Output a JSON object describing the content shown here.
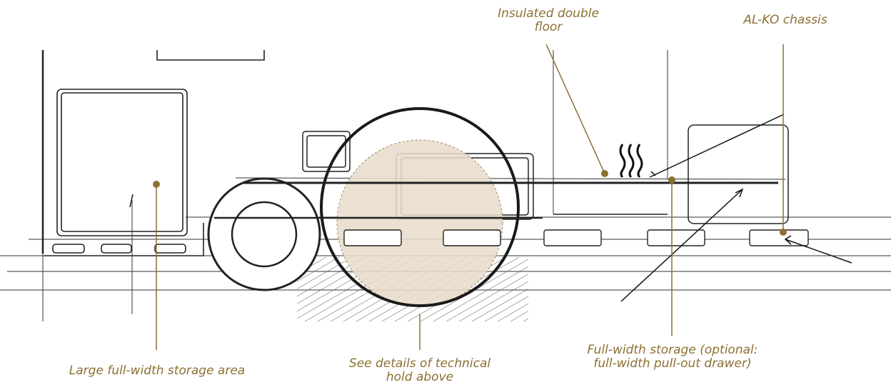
{
  "colors": {
    "accent": "#8c7032",
    "ink": "#1a1a1a",
    "highlight_fill": "#e8dccb"
  },
  "callouts": {
    "insulated_floor": {
      "line1": "Insulated double",
      "line2": "floor"
    },
    "alko_chassis": {
      "line1": "AL-KO chassis"
    },
    "storage_area": {
      "line1": "Large full-width storage area"
    },
    "technical_hold": {
      "line1": "See details of technical",
      "line2": "hold above"
    },
    "full_width_storage": {
      "line1": "Full-width storage (optional:",
      "line2": "full-width pull-out drawer)"
    }
  }
}
